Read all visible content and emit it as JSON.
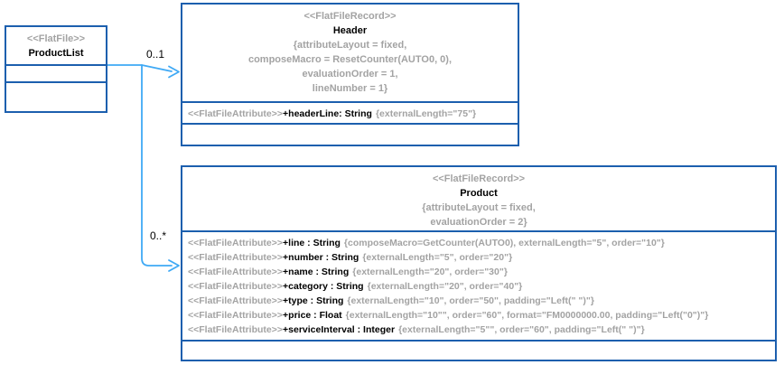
{
  "colors": {
    "box_border": "#1c5fae",
    "connector": "#3fa9f5",
    "muted_text": "#a3a3a3",
    "text": "#000000"
  },
  "product_list": {
    "stereotype": "<<FlatFile>>",
    "name": "ProductList"
  },
  "header_record": {
    "stereotype": "<<FlatFileRecord>>",
    "name": "Header",
    "constraints": [
      "{attributeLayout = fixed,",
      "composeMacro = ResetCounter(AUTO0, 0),",
      "evaluationOrder = 1,",
      "lineNumber = 1}"
    ],
    "attributes": [
      {
        "stereotype": "<<FlatFileAttribute>>",
        "signature": "+headerLine: String",
        "tags": "{externalLength=\"75\"}"
      }
    ]
  },
  "product_record": {
    "stereotype": "<<FlatFileRecord>>",
    "name": "Product",
    "constraints": [
      "{attributeLayout = fixed,",
      "evaluationOrder = 2}"
    ],
    "attributes": [
      {
        "stereotype": "<<FlatFileAttribute>>",
        "signature": "+line : String",
        "tags": "{composeMacro=GetCounter(AUTO0), externalLength=\"5\", order=\"10\"}"
      },
      {
        "stereotype": "<<FlatFileAttribute>>",
        "signature": "+number : String",
        "tags": "{externalLength=\"5\", order=\"20\"}"
      },
      {
        "stereotype": "<<FlatFileAttribute>>",
        "signature": "+name : String",
        "tags": "{externalLength=\"20\", order=\"30\"}"
      },
      {
        "stereotype": "<<FlatFileAttribute>>",
        "signature": "+category : String",
        "tags": "{externalLength=\"20\", order=\"40\"}"
      },
      {
        "stereotype": "<<FlatFileAttribute>>",
        "signature": "+type : String",
        "tags": "{externalLength=\"10\", order=\"50\", padding=\"Left(\" \")\"}"
      },
      {
        "stereotype": "<<FlatFileAttribute>>",
        "signature": "+price : Float",
        "tags": "{externalLength=\"10\"\", order=\"60\", format=\"FM0000000.00, padding=\"Left(\"0\")\"}"
      },
      {
        "stereotype": "<<FlatFileAttribute>>",
        "signature": "+serviceInterval : Integer",
        "tags": "{externalLength=\"5\"\", order=\"60\", padding=\"Left(\" \")\"}"
      }
    ]
  },
  "associations": {
    "to_header_multiplicity": "0..1",
    "to_product_multiplicity": "0..*"
  }
}
